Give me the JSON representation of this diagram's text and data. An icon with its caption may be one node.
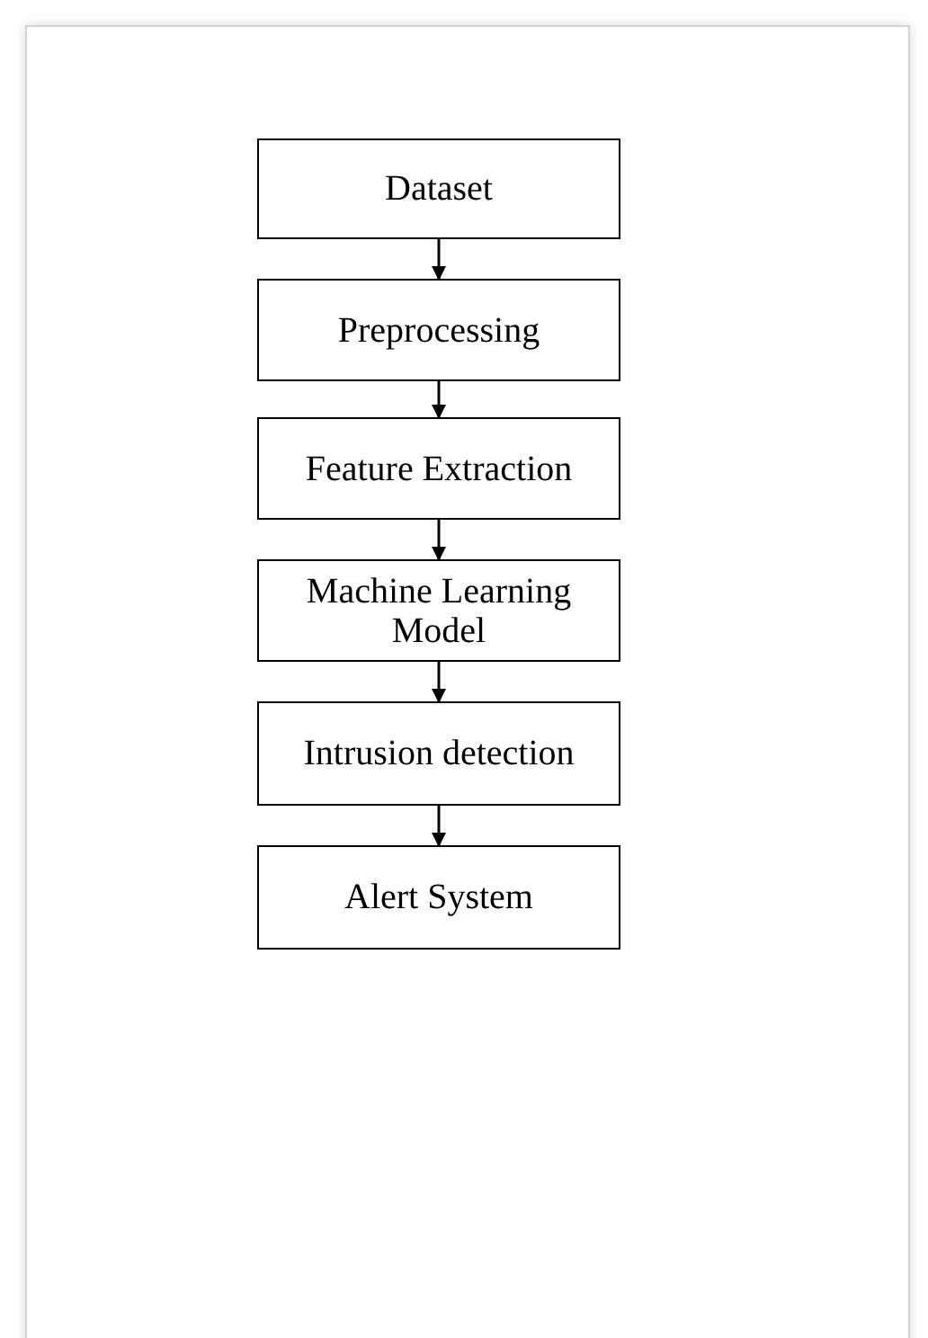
{
  "diagram": {
    "nodes": [
      {
        "text": [
          "Dataset"
        ]
      },
      {
        "text": [
          "Preprocessing"
        ]
      },
      {
        "text": [
          "Feature Extraction"
        ]
      },
      {
        "text": [
          "Machine Learning Model"
        ]
      },
      {
        "text": [
          "Intrusion detection"
        ]
      },
      {
        "text": [
          "Alert System"
        ]
      }
    ],
    "edges": [
      {
        "from": 0,
        "to": 1,
        "arrow": "to"
      },
      {
        "from": 1,
        "to": 2,
        "arrow": "to"
      },
      {
        "from": 2,
        "to": 3,
        "arrow": "to"
      },
      {
        "from": 3,
        "to": 4,
        "arrow": "to"
      },
      {
        "from": 4,
        "to": 5,
        "arrow": "to"
      }
    ]
  }
}
